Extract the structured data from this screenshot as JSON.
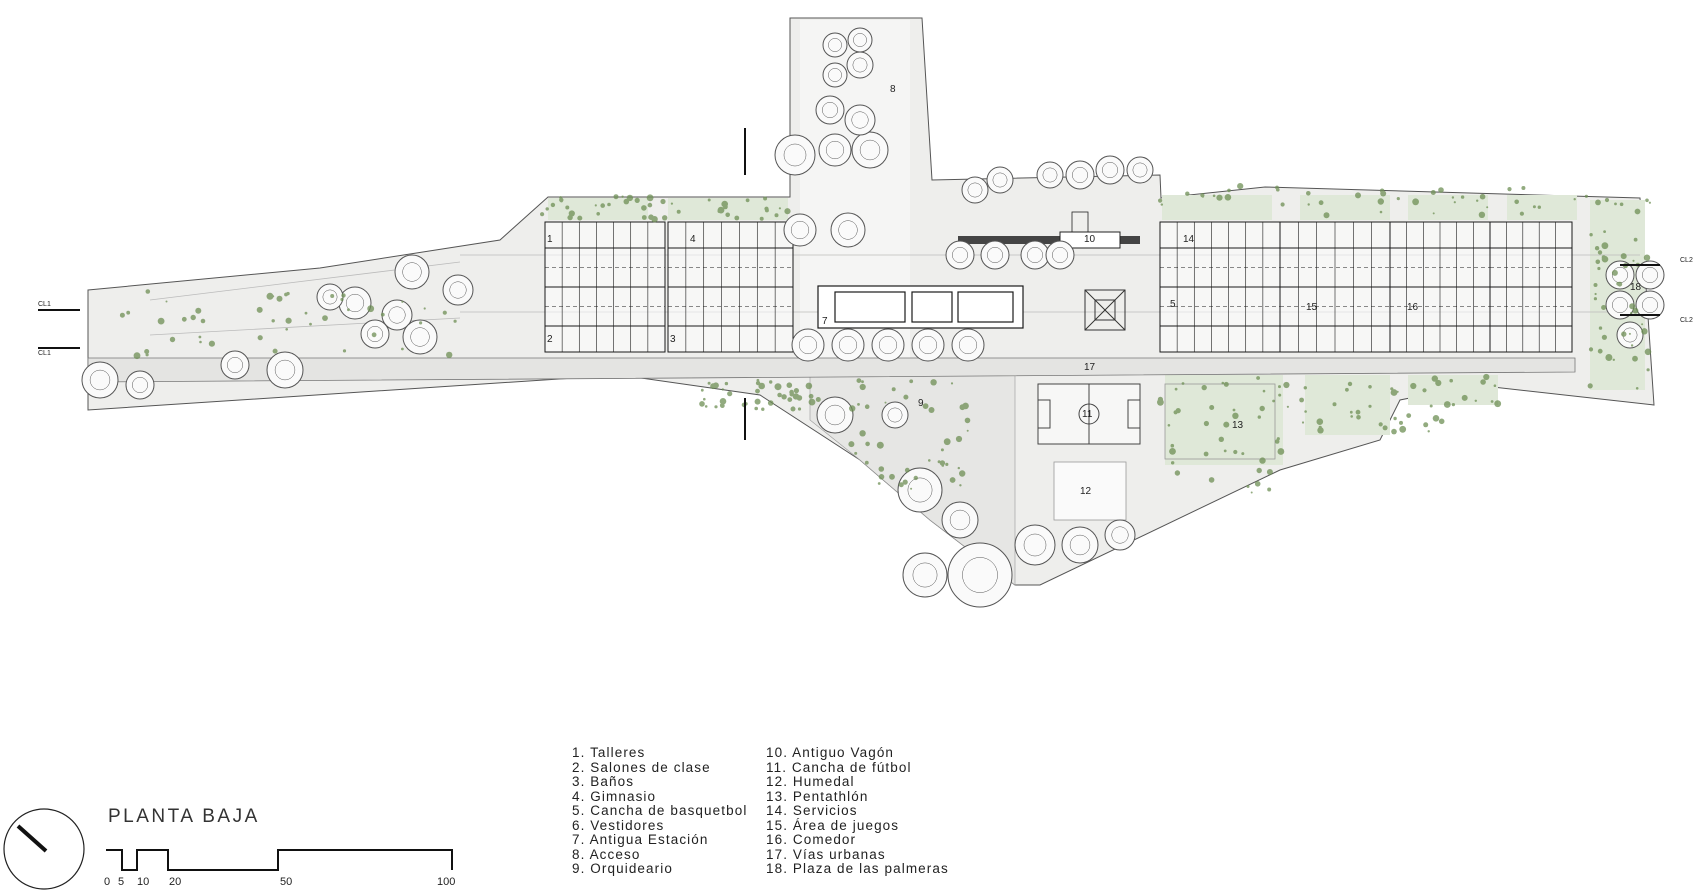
{
  "plan": {
    "title": "PLANTA BAJA",
    "legend": [
      "1.  Talleres",
      "2.  Salones de clase",
      "3.  Baños",
      "4.  Gimnasio",
      "5.  Cancha de basquetbol",
      "6.  Vestidores",
      "7.  Antigua Estación",
      "8.  Acceso",
      "9.  Orquideario",
      "10.  Antiguo Vagón",
      "11.  Cancha de fútbol",
      "12.  Humedal",
      "13.  Pentathlón",
      "14.  Servicios",
      "15.  Área de juegos",
      "16.  Comedor",
      "17.  Vías urbanas",
      "18.  Plaza de las palmeras"
    ],
    "scale_ticks": [
      "0",
      "5",
      "10",
      "20",
      "50",
      "100"
    ],
    "section_marks": [
      "CL1",
      "CL1",
      "CL2",
      "CL2"
    ],
    "area_labels": {
      "n1": "1",
      "n2": "2",
      "n3": "3",
      "n4": "4",
      "n5": "5",
      "n7": "7",
      "n8": "8",
      "n9": "9",
      "n10": "10",
      "n11": "11",
      "n12": "12",
      "n13": "13",
      "n14": "14",
      "n15": "15",
      "n16": "16",
      "n17": "17",
      "n18": "18"
    }
  },
  "colors": {
    "site_fill": "#eeeeec",
    "road_fill": "#e4e4e2",
    "green_patch": "#dfe8d8",
    "vegetation": "#6e8f55",
    "building_line": "#1a1a1a"
  }
}
